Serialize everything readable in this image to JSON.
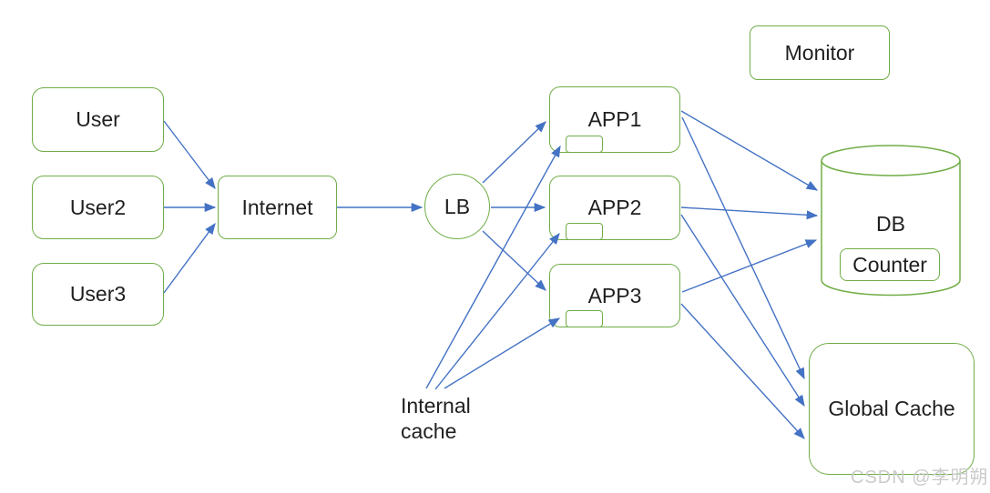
{
  "diagram": {
    "colors": {
      "node_border": "#70AD47",
      "arrow": "#4472C4",
      "text": "#1f1f1f",
      "watermark_text": "#cbcbcb"
    },
    "nodes": {
      "user1": {
        "label": "User"
      },
      "user2": {
        "label": "User2"
      },
      "user3": {
        "label": "User3"
      },
      "internet": {
        "label": "Internet"
      },
      "lb": {
        "label": "LB"
      },
      "app1": {
        "label": "APP1"
      },
      "app2": {
        "label": "APP2"
      },
      "app3": {
        "label": "APP3"
      },
      "monitor": {
        "label": "Monitor"
      },
      "db": {
        "label": "DB"
      },
      "counter": {
        "label": "Counter"
      },
      "global_cache": {
        "label": "Global Cache"
      },
      "internal_cache": {
        "label": "Internal cache"
      }
    },
    "edges": [
      {
        "from": "User",
        "to": "Internet"
      },
      {
        "from": "User2",
        "to": "Internet"
      },
      {
        "from": "User3",
        "to": "Internet"
      },
      {
        "from": "Internet",
        "to": "LB"
      },
      {
        "from": "LB",
        "to": "APP1"
      },
      {
        "from": "LB",
        "to": "APP2"
      },
      {
        "from": "LB",
        "to": "APP3"
      },
      {
        "from": "APP1",
        "to": "DB"
      },
      {
        "from": "APP2",
        "to": "DB"
      },
      {
        "from": "APP3",
        "to": "DB"
      },
      {
        "from": "APP1",
        "to": "Global Cache"
      },
      {
        "from": "APP2",
        "to": "Global Cache"
      },
      {
        "from": "APP3",
        "to": "Global Cache"
      },
      {
        "from": "Internal cache",
        "to": "APP1 cache slot"
      },
      {
        "from": "Internal cache",
        "to": "APP2 cache slot"
      },
      {
        "from": "Internal cache",
        "to": "APP3 cache slot"
      }
    ],
    "watermark": "CSDN @李明朔"
  }
}
